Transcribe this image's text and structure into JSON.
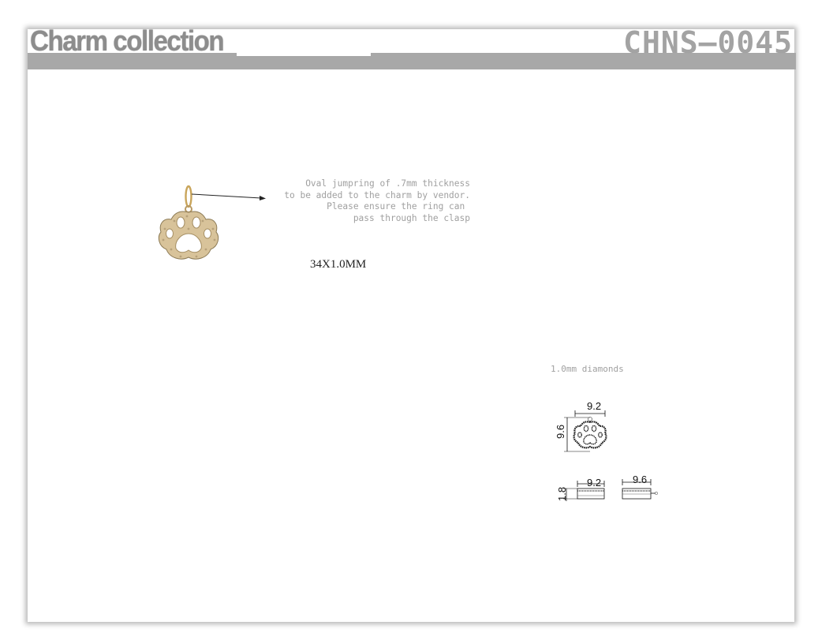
{
  "header": {
    "title": "Charm collection",
    "code": "CHNS—0045"
  },
  "note": {
    "lines": [
      "Oval jumpring of .7mm thickness",
      "to be added to the charm by vendor.",
      "Please ensure the ring can ",
      "pass through the clasp"
    ]
  },
  "size_label": "34X1.0MM",
  "diamonds_label": "1.0mm diamonds",
  "dimensions": {
    "front_width": "9.2",
    "front_height": "9.6",
    "side_thickness": "1.8",
    "side_width_a": "9.2",
    "side_width_b": "9.6"
  },
  "colors": {
    "header_band": "#a8a8a8",
    "charm_gold": "#c7ad7c",
    "charm_stone": "#8c7a55"
  },
  "icons": [
    "paw-charm-render",
    "arrow-icon",
    "paw-charm-drawing"
  ]
}
